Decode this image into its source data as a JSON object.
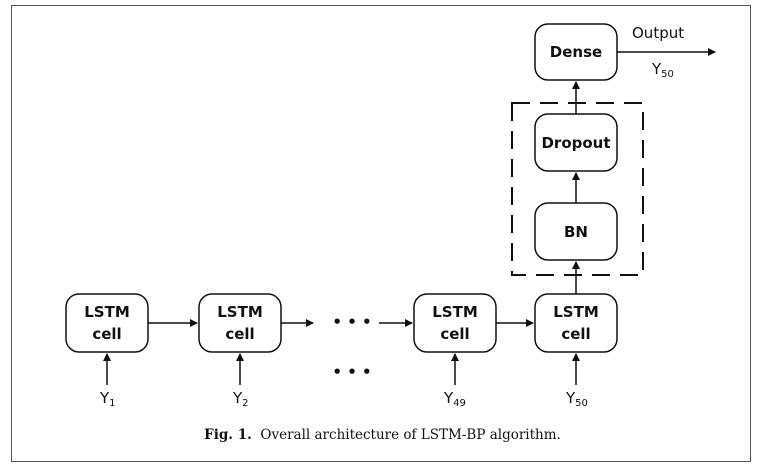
{
  "nodes": {
    "lstm1": [
      "LSTM",
      "cell"
    ],
    "lstm2": [
      "LSTM",
      "cell"
    ],
    "lstm49": [
      "LSTM",
      "cell"
    ],
    "lstm50": [
      "LSTM",
      "cell"
    ],
    "bn": "BN",
    "dropout": "Dropout",
    "dense": "Dense"
  },
  "inputs": {
    "y1": {
      "base": "Y",
      "sub": "1"
    },
    "y2": {
      "base": "Y",
      "sub": "2"
    },
    "y49": {
      "base": "Y",
      "sub": "49"
    },
    "y50": {
      "base": "Y",
      "sub": "50"
    }
  },
  "output": {
    "label": "Output",
    "value_base": "Y",
    "value_sub": "50"
  },
  "ellipsis": "• • •",
  "caption": {
    "fig": "Fig. 1.",
    "text": "Overall architecture of LSTM-BP algorithm."
  }
}
